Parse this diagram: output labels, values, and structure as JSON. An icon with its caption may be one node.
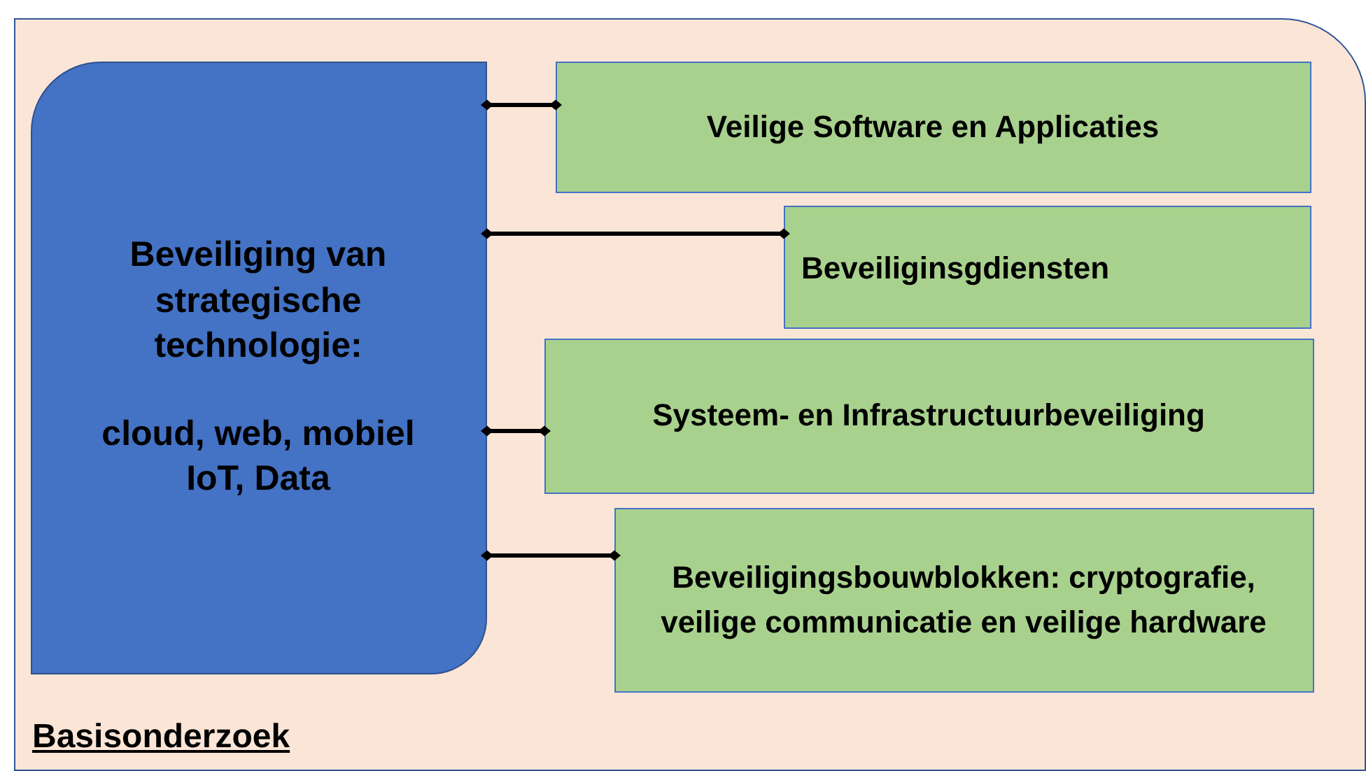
{
  "diagram": {
    "nodes": [
      {
        "text": [
          "Basisonderzoek"
        ]
      },
      {
        "text": [
          "Beveiliging van strategische technologie:",
          "cloud, web, mobiel IoT, Data"
        ],
        "in": 0
      },
      {
        "text": [
          "Veilige Software en Applicaties"
        ],
        "in": 0
      },
      {
        "text": [
          "Beveiliginsgdiensten"
        ],
        "in": 0
      },
      {
        "text": [
          "Systeem- en Infrastructuurbeveiliging"
        ],
        "in": 0
      },
      {
        "text": [
          "Beveiligingsbouwblokken: cryptografie, veilige communicatie en veilige hardware"
        ],
        "in": 0
      }
    ],
    "edges": [
      {
        "from": 1,
        "to": 2,
        "arrow": "other"
      },
      {
        "from": 1,
        "to": 3,
        "arrow": "other"
      },
      {
        "from": 1,
        "to": 4,
        "arrow": "other"
      },
      {
        "from": 1,
        "to": 5,
        "arrow": "other"
      }
    ]
  }
}
